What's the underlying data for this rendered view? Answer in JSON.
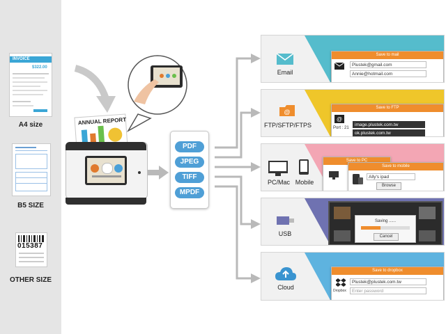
{
  "doc_sizes": [
    {
      "label": "A4 size"
    },
    {
      "label": "B5 SIZE"
    },
    {
      "label": "OTHER SIZE"
    }
  ],
  "invoice": {
    "title": "INVOICE",
    "amount": "$322.00"
  },
  "barcode": {
    "number": "015387"
  },
  "scanner": {
    "paper_text": "ANNUAL REPORT"
  },
  "formats": [
    "PDF",
    "JPEG",
    "TIFF",
    "MPDF"
  ],
  "destinations": {
    "email": {
      "label": "Email",
      "title": "Save to mail",
      "fields": [
        "Plustek@gmail.com",
        "Annie@hotmail.com"
      ]
    },
    "ftp": {
      "label": "FTP/SFTP/FTPS",
      "title": "Save to FTP",
      "port_label": "Port :",
      "port": "21",
      "fields": [
        "image.plustek.com.tw",
        "ok.plustek.com.tw"
      ]
    },
    "pc": {
      "label_pc": "PC/Mac",
      "label_mobile": "Mobile",
      "title_pc": "Save to PC",
      "title_mobile": "Save to mobile",
      "device": "Ally's ipad",
      "browse": "Browse"
    },
    "usb": {
      "label": "USB",
      "saving": "Saving ......",
      "cancel": "Cancel"
    },
    "cloud": {
      "label": "Cloud",
      "title": "Save to dropbox",
      "service": "Dropbox",
      "fields": [
        "Plustek@plustek.com.tw"
      ],
      "password_placeholder": "Enter password"
    }
  },
  "colors": {
    "email": "#55bccc",
    "ftp": "#efc62a",
    "pc": "#f3a6b4",
    "usb": "#6f72b1",
    "cloud": "#5eb3df",
    "accent": "#ef8d2d",
    "format_pill": "#4f9fd6",
    "arrow": "#b9b9b9"
  }
}
